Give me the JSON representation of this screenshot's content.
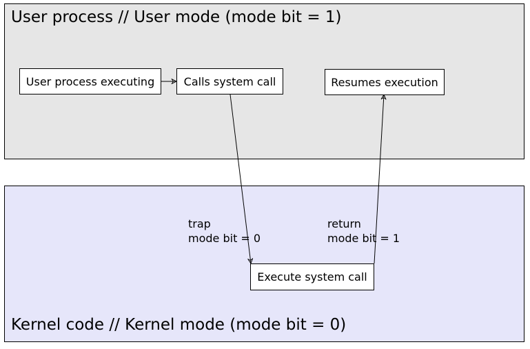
{
  "user_region": {
    "title": "User process // User mode (mode bit = 1)",
    "color": "#e6e6e6"
  },
  "kernel_region": {
    "title": "Kernel code // Kernel mode (mode bit = 0)",
    "color": "#e6e6fa"
  },
  "boxes": {
    "user_executing": "User process executing",
    "calls_syscall": "Calls system call",
    "resumes": "Resumes execution",
    "execute_syscall": "Execute system call"
  },
  "edges": {
    "trap_label": "trap",
    "trap_mode": "mode bit = 0",
    "return_label": "return",
    "return_mode": "mode bit = 1"
  }
}
